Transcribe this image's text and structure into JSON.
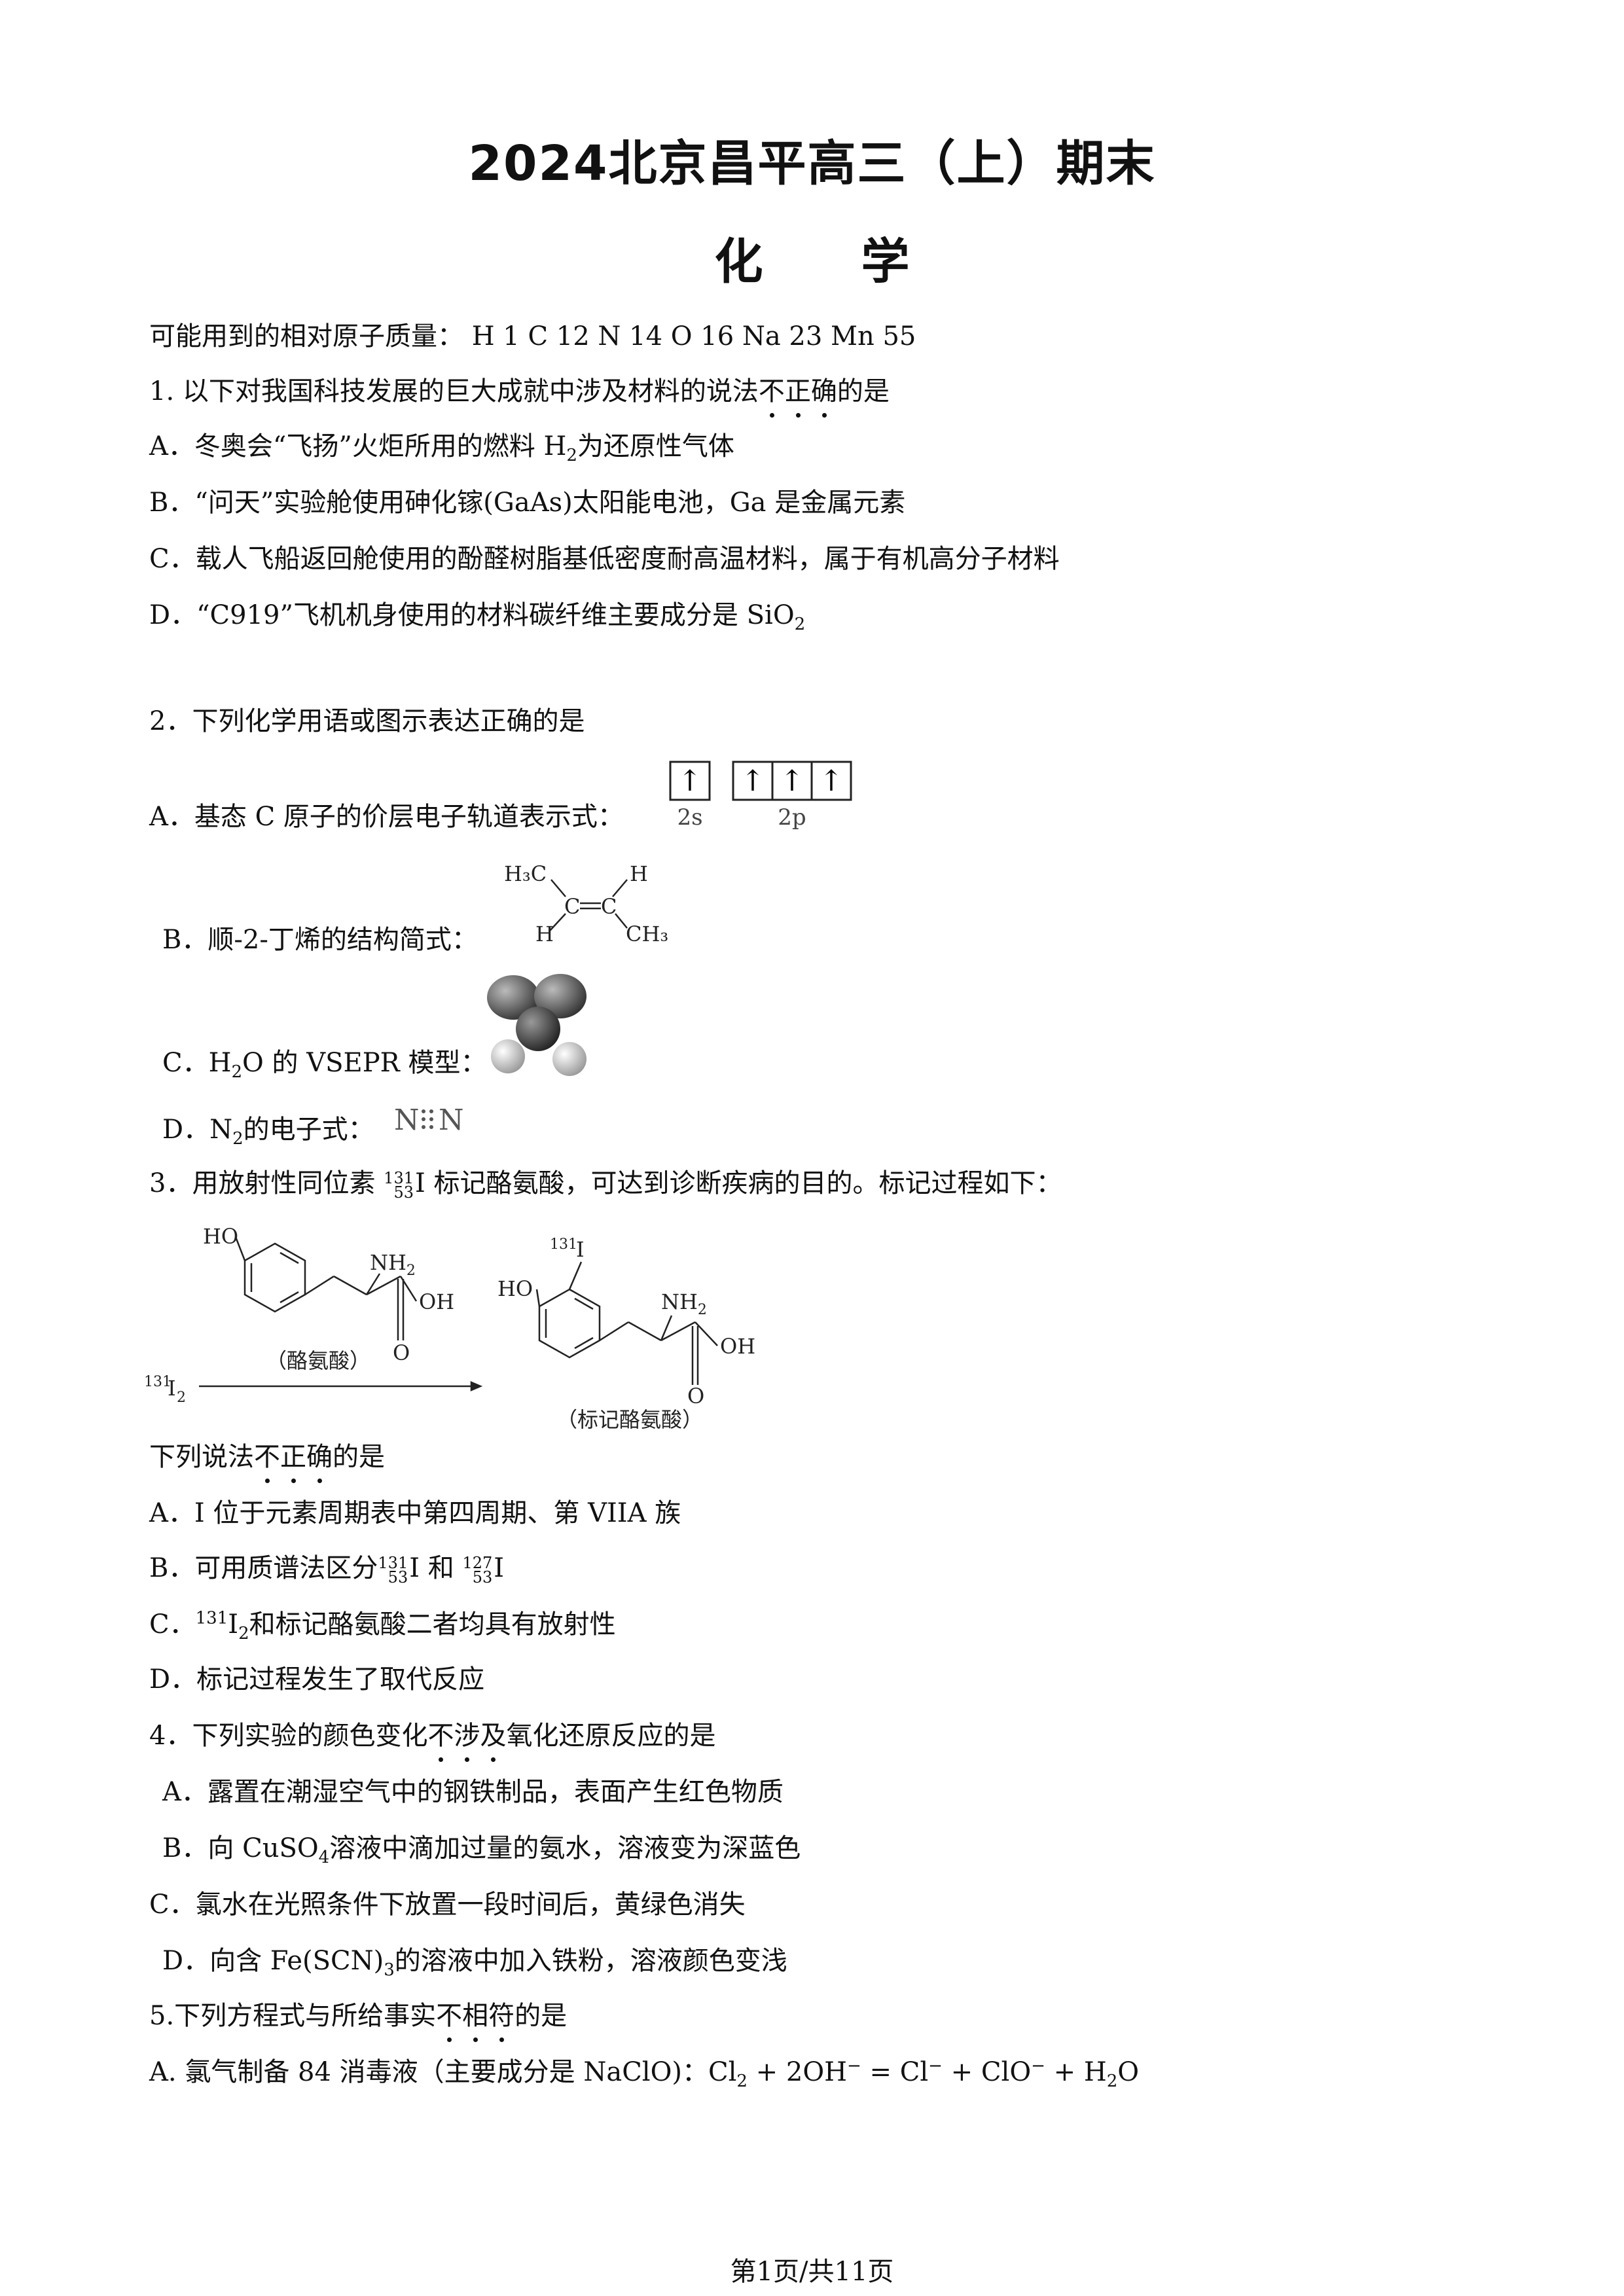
{
  "header": {
    "title": "2024北京昌平高三（上）期末",
    "subject": "化学"
  },
  "intro": "可能用到的相对原子质量： H 1  C 12  N 14  O 16  Na 23  Mn 55",
  "q1": {
    "stem_before": "1. 以下对我国科技发展的巨大成就中涉及材料的说法",
    "emph": [
      "不",
      "正",
      "确"
    ],
    "stem_after": "的是",
    "a_before": "A．冬奥会“飞扬”火炬所用的燃料 H",
    "a_sub": "2",
    "a_after": "为还原性气体",
    "b": "B．“问天”实验舱使用砷化镓(GaAs)太阳能电池，Ga 是金属元素",
    "c": "C．载人飞船返回舱使用的酚醛树脂基低密度耐高温材料，属于有机高分子材料",
    "d_before": "D．“C919”飞机机身使用的材料碳纤维主要成分是 SiO",
    "d_sub": "2"
  },
  "q2": {
    "stem": "2．下列化学用语或图示表达正确的是",
    "a": "A．基态 C 原子的价层电子轨道表示式：",
    "orbital": {
      "arrow": "↑",
      "label_s": "2s",
      "label_p": "2p"
    },
    "b": "B．顺-2-丁烯的结构简式：",
    "struct": {
      "h3c": "H₃C",
      "h_top": "H",
      "c": "C",
      "h_left": "H",
      "ch3": "CH₃"
    },
    "c_before": "C．H",
    "c_sub": "2",
    "c_after": "O 的 VSEPR 模型：",
    "d_before": "D．N",
    "d_sub": "2",
    "d_after": "的电子式：",
    "n2": {
      "n": "N"
    }
  },
  "q3": {
    "stem_before": "3．用放射性同位素 ",
    "iso_mass": "131",
    "iso_z": "53",
    "stem_after": "I 标记酪氨酸，可达到诊断疾病的目的。标记过程如下：",
    "scheme": {
      "ho": "HO",
      "nh2": "NH",
      "nh2_sub": "2",
      "oh": "OH",
      "o": "O",
      "tyr_label": "（酪氨酸）",
      "reagent_sup": "131",
      "reagent_main": "I",
      "reagent_sub": "2",
      "label_i_sup": "131",
      "label_i": "I",
      "product_label": "（标记酪氨酸）"
    },
    "sub_stem_before": "下列说法",
    "sub_emph": [
      "不",
      "正",
      "确"
    ],
    "sub_stem_after": "的是",
    "a": "A．I 位于元素周期表中第四周期、第 VIIA 族",
    "b_before": "B．可用质谱法区分",
    "b_iso1_mass": "131",
    "b_iso1_z": "53",
    "b_mid": "I 和 ",
    "b_iso2_mass": "127",
    "b_iso2_z": "53",
    "b_end": "I",
    "c_prefix": "C．",
    "c_sup": "131",
    "c_main": "I",
    "c_sub": "2",
    "c_after": "和标记酪氨酸二者均具有放射性",
    "d": "D．标记过程发生了取代反应"
  },
  "q4": {
    "stem_before": "4．下列实验的颜色变化",
    "emph": [
      "不",
      "涉",
      "及"
    ],
    "stem_after": "氧化还原反应的是",
    "a": "A．露置在潮湿空气中的钢铁制品，表面产生红色物质",
    "b_before": "B．向 CuSO",
    "b_sub": "4",
    "b_after": "溶液中滴加过量的氨水，溶液变为深蓝色",
    "c": "C．氯水在光照条件下放置一段时间后，黄绿色消失",
    "d_before": "D．向含 Fe(SCN)",
    "d_sub": "3",
    "d_after": "的溶液中加入铁粉，溶液颜色变浅"
  },
  "q5": {
    "stem_before": "5.下列方程式与所给事实",
    "emph": [
      "不",
      "相",
      "符"
    ],
    "stem_after": "的是",
    "a_before": "A. 氯气制备 84 消毒液（主要成分是 NaClO)：Cl",
    "a_sub1": "2",
    "a_mid1": " + 2OH",
    "a_sup1": "−",
    "a_mid2": " = Cl",
    "a_sup2": "−",
    "a_mid3": " + ClO",
    "a_sup3": "−",
    "a_mid4": " + H",
    "a_sub2": "2",
    "a_end": "O"
  },
  "footer": "第1页/共11页"
}
